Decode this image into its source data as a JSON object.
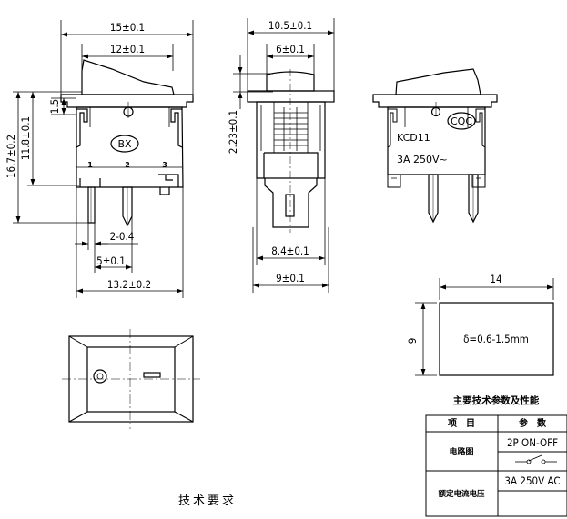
{
  "front_view": {
    "width_top": "15±0.1",
    "width_rocker": "12±0.1",
    "height_total": "16.7±0.2",
    "height_body": "11.8±0.1",
    "rocker_height": "1.5",
    "terminal_width": "2-0.4",
    "terminal_pitch": "5±0.1",
    "terminal_span": "13.2±0.2",
    "brand": "BX",
    "pin_labels": [
      "1",
      "2",
      "3"
    ]
  },
  "side_view": {
    "width_top": "10.5±0.1",
    "width_rocker": "6±0.1",
    "rocker_height": "2.23±0.1",
    "width_body": "8.4±0.1",
    "width_base": "9±0.1"
  },
  "rear_view": {
    "cert_mark": "CQC",
    "model": "KCD11",
    "rating": "3A 250V~"
  },
  "panel_cutout": {
    "width": "14",
    "height": "9",
    "thickness": "δ=0.6-1.5mm"
  },
  "spec_table": {
    "title": "主要技术参数及性能",
    "header_item": "项　目",
    "header_param": "参　数",
    "row1_label": "电路图",
    "row1_value": "2P ON-OFF",
    "row2_label": "额定电流电压",
    "row2_value": "3A 250V AC"
  },
  "footer": {
    "requirements": "技术要求"
  }
}
